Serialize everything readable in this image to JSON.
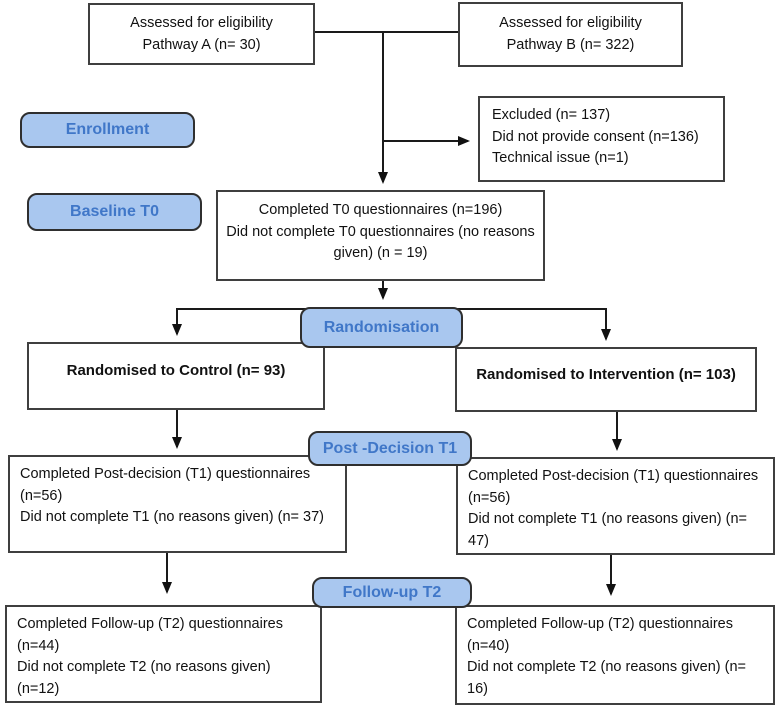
{
  "colors": {
    "pill_fill": "#a9c7ef",
    "pill_border": "#2f2f2f",
    "pill_text": "#4077c8",
    "box_border": "#3f3f3f",
    "connector": "#1a1a1a"
  },
  "stages": {
    "enrollment": "Enrollment",
    "baseline": "Baseline T0",
    "randomisation": "Randomisation",
    "post_decision": "Post -Decision T1",
    "follow_up": "Follow-up T2"
  },
  "boxes": {
    "pathway_a": {
      "line1": "Assessed for eligibility",
      "line2": "Pathway A (n= 30)"
    },
    "pathway_b": {
      "line1": "Assessed for eligibility",
      "line2": "Pathway B (n= 322)"
    },
    "excluded": {
      "line1": "Excluded (n= 137)",
      "line2": "Did not provide consent (n=136)",
      "line3": "Technical issue (n=1)"
    },
    "baseline_t0": {
      "line1": "Completed T0 questionnaires (n=196)",
      "line2": "Did not complete T0 questionnaires (no reasons",
      "line3": "given) (n = 19)"
    },
    "control": {
      "line1": "Randomised to Control (n= 93)"
    },
    "intervention": {
      "line1": "Randomised to Intervention (n= 103)"
    },
    "t1_control": {
      "line1": "Completed Post-decision (T1) questionnaires",
      "line2": "(n=56)",
      "line3": "Did not complete T1 (no reasons given) (n= 37)"
    },
    "t1_intervention": {
      "line1": "Completed Post-decision (T1) questionnaires",
      "line2": "(n=56)",
      "line3": "Did not complete T1 (no reasons given) (n= 47)"
    },
    "t2_control": {
      "line1": "Completed Follow-up (T2) questionnaires",
      "line2": "(n=44)",
      "line3": "Did not complete T2 (no reasons given) (n=12)"
    },
    "t2_intervention": {
      "line1": "Completed Follow-up (T2) questionnaires",
      "line2": "(n=40)",
      "line3": "Did not complete T2 (no reasons given) (n= 16)"
    }
  }
}
